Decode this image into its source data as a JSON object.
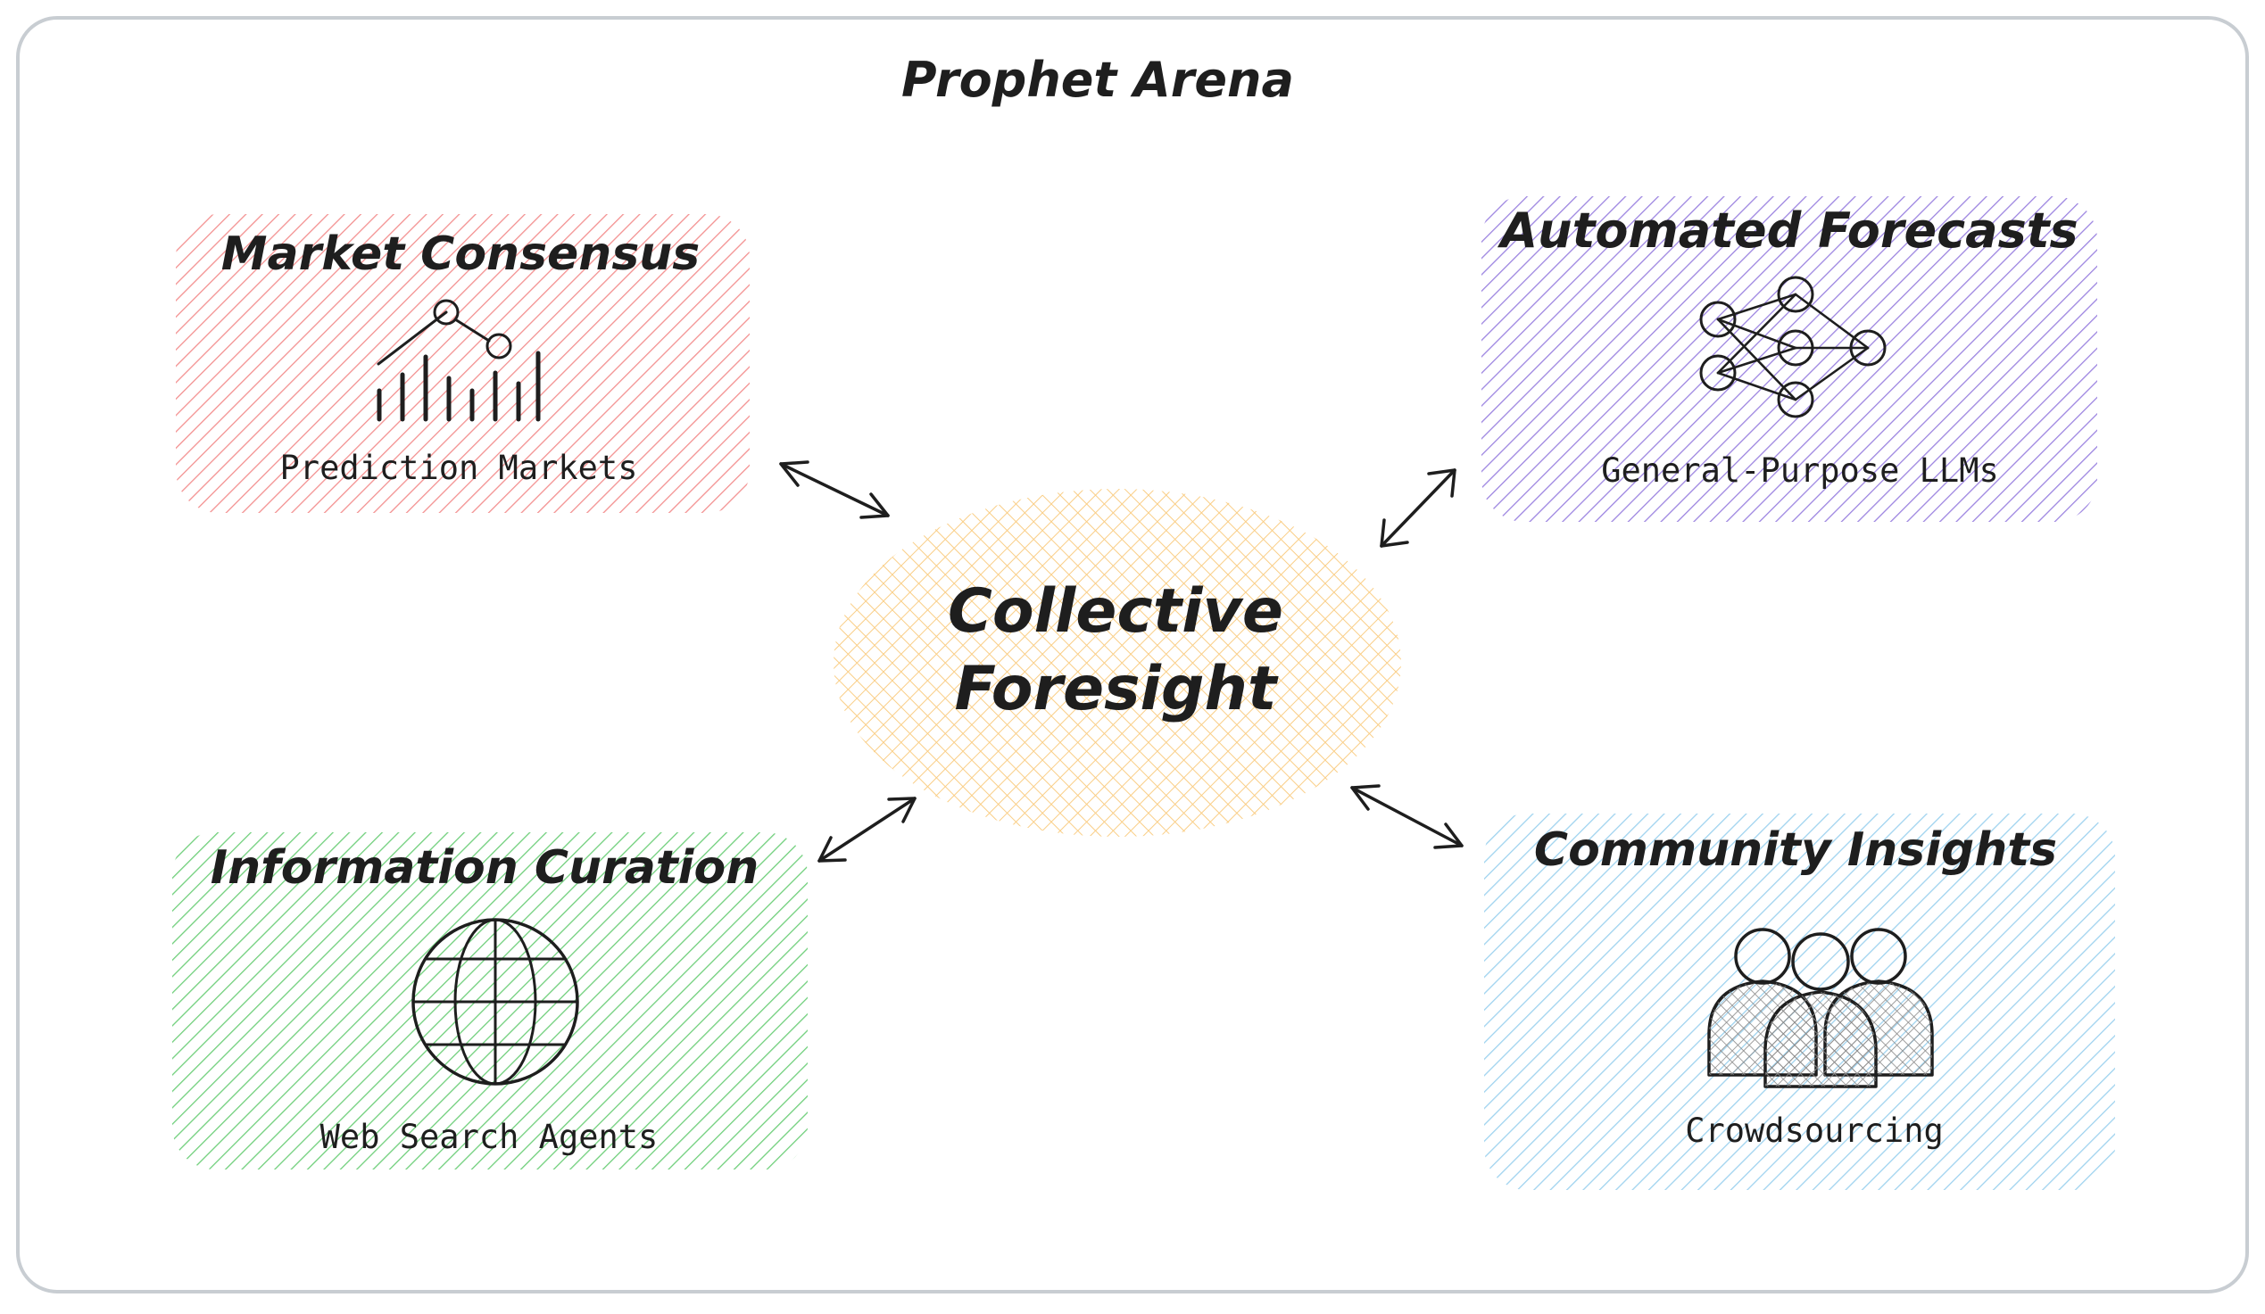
{
  "title": "Prophet Arena",
  "center": {
    "line1": "Collective",
    "line2": "Foresight",
    "color": "#f5a623"
  },
  "nodes": [
    {
      "id": "market",
      "heading": "Market Consensus",
      "caption": "Prediction Markets",
      "icon": "chart-icon",
      "color": "#ef6b6b"
    },
    {
      "id": "automated",
      "heading": "Automated Forecasts",
      "caption": "General-Purpose LLMs",
      "icon": "neural-network-icon",
      "color": "#7b5bd6"
    },
    {
      "id": "information",
      "heading": "Information Curation",
      "caption": "Web Search Agents",
      "icon": "globe-icon",
      "color": "#3fbf4f"
    },
    {
      "id": "community",
      "heading": "Community Insights",
      "caption": "Crowdsourcing",
      "icon": "people-icon",
      "color": "#7fc4ea"
    }
  ]
}
